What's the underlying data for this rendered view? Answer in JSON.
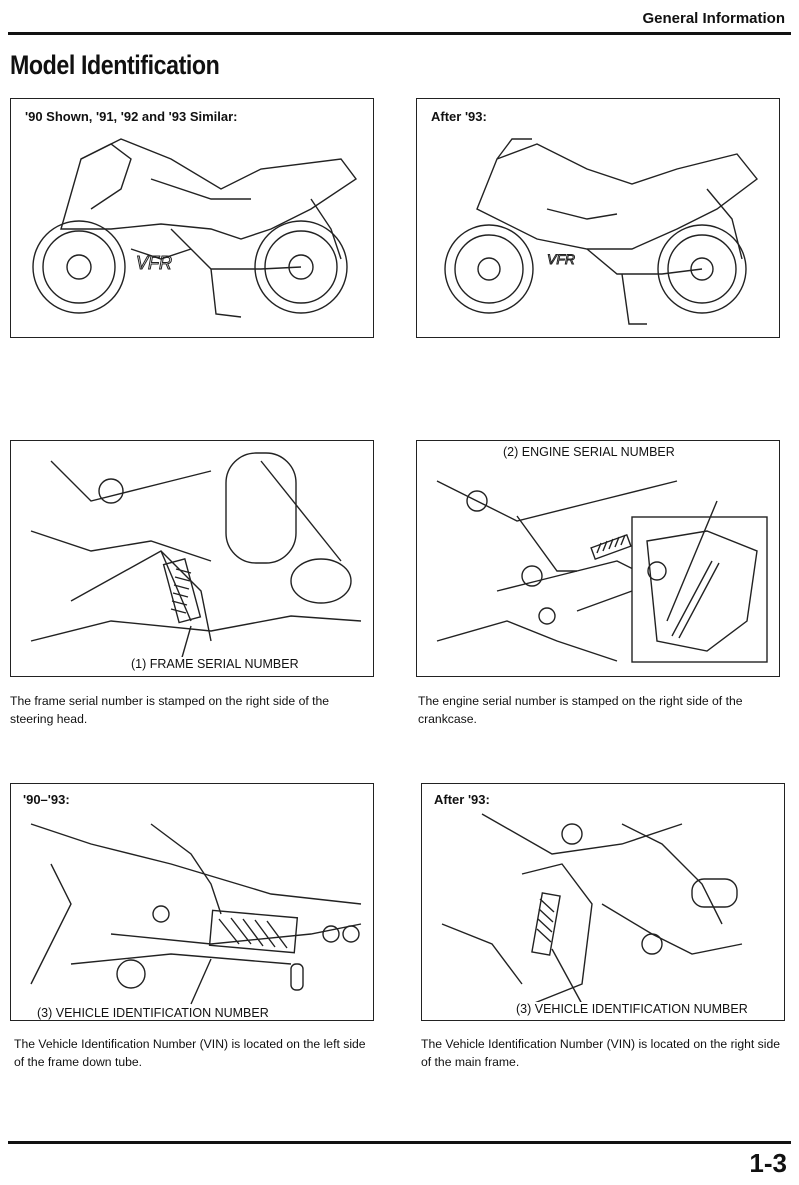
{
  "header": {
    "section": "General Information"
  },
  "page": {
    "title": "Model Identification",
    "number": "1-3"
  },
  "panels": {
    "bike_early": {
      "label": "'90 Shown, '91, '92 and '93 Similar:"
    },
    "bike_late": {
      "label": "After '93:"
    },
    "frame_serial": {
      "callout": "(1) FRAME SERIAL NUMBER",
      "caption": "The frame serial number is stamped on the right side of the steering head."
    },
    "engine_serial": {
      "callout": "(2) ENGINE SERIAL NUMBER",
      "caption": "The engine serial number is stamped on the right side of the crankcase."
    },
    "vin_early": {
      "label": "'90–'93:",
      "callout": "(3) VEHICLE IDENTIFICATION NUMBER",
      "caption": "The Vehicle Identification Number (VIN) is located on the left side of the frame down tube."
    },
    "vin_late": {
      "label": "After '93:",
      "callout": "(3) VEHICLE IDENTIFICATION NUMBER",
      "caption": "The Vehicle Identification Number (VIN) is located on the right side of the main frame."
    }
  }
}
